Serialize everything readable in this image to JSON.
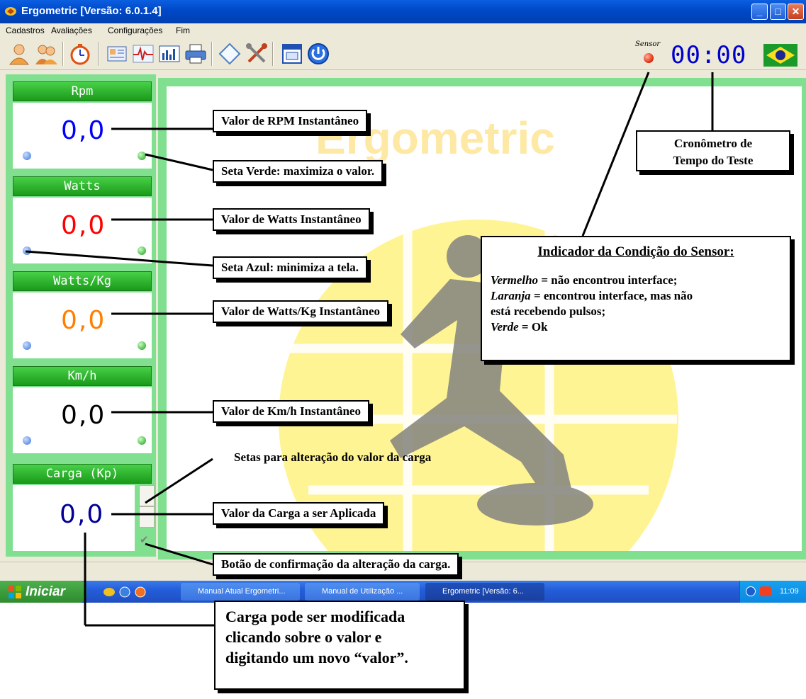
{
  "window": {
    "title": "Ergometric [Versão: 6.0.1.4]",
    "controls": {
      "minimize": "_",
      "maximize": "□",
      "close": "✕"
    }
  },
  "menu": [
    "Cadastros",
    "Avaliações",
    "Configurações",
    "Fim"
  ],
  "toolbar": {
    "icons": [
      "user-icon",
      "users-icon",
      "stopwatch-icon",
      "card-icon",
      "ecg-icon",
      "chart-icon",
      "printer-icon",
      "diamond-icon",
      "tools-icon",
      "window-icon",
      "power-icon"
    ]
  },
  "sensor": {
    "label": "Sensor",
    "status_color": "#e83a1a"
  },
  "timer": {
    "value": "00:00"
  },
  "gauges": [
    {
      "label": "Rpm",
      "value": "0,0",
      "color": "#0000ff"
    },
    {
      "label": "Watts",
      "value": "0,0",
      "color": "#ff0000"
    },
    {
      "label": "Watts/Kg",
      "value": "0,0",
      "color": "#ff8000"
    },
    {
      "label": "Km/h",
      "value": "0,0",
      "color": "#000000"
    },
    {
      "label": "Carga (Kp)",
      "value": "0,0",
      "color": "#000099"
    }
  ],
  "logo": {
    "text": "Ergometric"
  },
  "taskbar": {
    "start": "Iniciar",
    "items": [
      "Manual Atual Ergometri...",
      "Manual de Utilização ...",
      "Ergometric [Versão: 6..."
    ],
    "clock": "11:09"
  },
  "annotations": {
    "rpm": "Valor de RPM Instantâneo",
    "green_arrow": "Seta Verde: maximiza o valor.",
    "watts": "Valor de Watts Instantâneo",
    "blue_arrow": "Seta Azul: minimiza a tela.",
    "watts_kg": "Valor de Watts/Kg Instantâneo",
    "kmh": "Valor de Km/h Instantâneo",
    "load_arrows": "Setas para alteração do valor da carga",
    "load_value": "Valor da Carga a ser Aplicada",
    "confirm": "Botão de confirmação da alteração da carga.",
    "timer_l1": "Cronômetro de",
    "timer_l2": "Tempo do Teste",
    "sensor_title": "Indicador da Condição do Sensor:",
    "sensor_red_term": "Vermelho",
    "sensor_red_desc": " = não encontrou interface;",
    "sensor_orange_term": "Laranja",
    "sensor_orange_desc": " = encontrou interface, mas não",
    "sensor_orange_desc2": "está recebendo pulsos;",
    "sensor_green_term": "Verde",
    "sensor_green_desc": " = Ok",
    "load_edit_l1": "Carga pode ser modificada",
    "load_edit_l2": "clicando sobre o valor e",
    "load_edit_l3": "digitando um novo “valor”."
  }
}
